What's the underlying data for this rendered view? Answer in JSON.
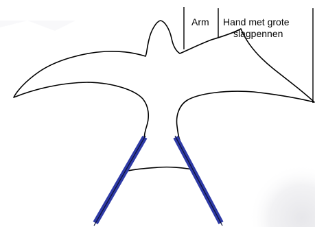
{
  "labels": {
    "arm": "Arm",
    "hand_line1": "Hand met grote",
    "hand_line2": "slagpennen"
  },
  "colors": {
    "outline": "#000000",
    "rod": "#2e3aa6",
    "rod_core": "#0b1033",
    "background": "#ffffff",
    "texture": "#e9e9ec"
  }
}
